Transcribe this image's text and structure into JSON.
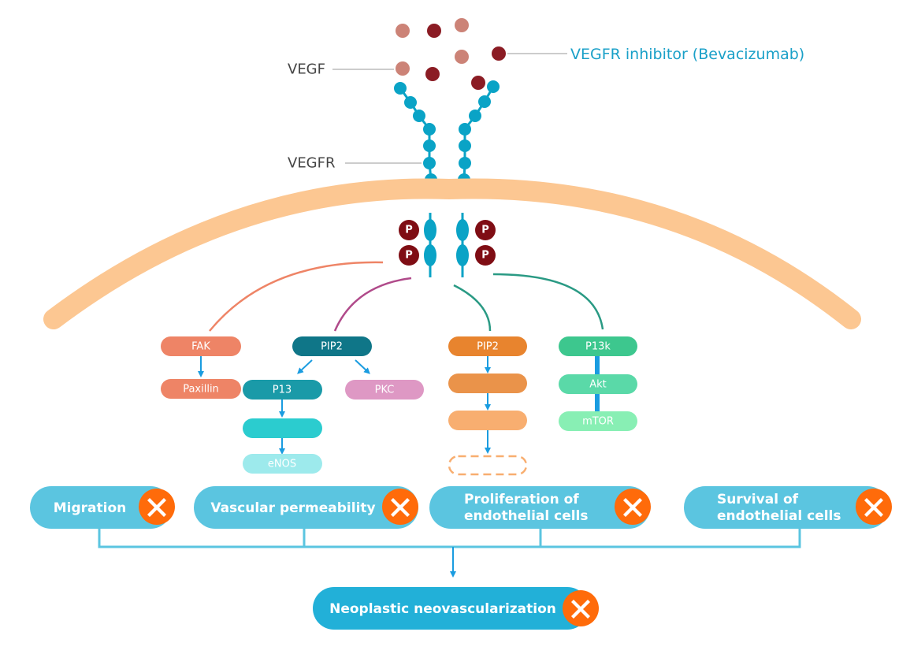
{
  "labels": {
    "vegf": "VEGF",
    "vegfr": "VEGFR",
    "inhibitor": "VEGFR inhibitor (Bevacizumab)",
    "phospho": "P"
  },
  "colors": {
    "vegf": "#cc8377",
    "inhibitor": "#8b1c24",
    "receptor": "#0aa3c6",
    "membrane": "#fcc792",
    "phospho": "#7f0d14",
    "outcome": "#5bc5e0",
    "final_outcome": "#22b0d8",
    "block": "#ff6b0a"
  },
  "pathways": {
    "fak": {
      "nodes": [
        "FAK",
        "Paxillin"
      ]
    },
    "pip2_a": {
      "root": "PIP2",
      "children": [
        "P13",
        "PKC"
      ],
      "p13_chain": [
        "",
        "eNOS"
      ]
    },
    "pip2_b": {
      "nodes": [
        "PIP2",
        "",
        "",
        ""
      ]
    },
    "pi3k": {
      "nodes": [
        "P13k",
        "Akt",
        "mTOR"
      ]
    }
  },
  "outcomes": [
    {
      "line1": "Migration",
      "line2": ""
    },
    {
      "line1": "Vascular permeability",
      "line2": ""
    },
    {
      "line1": "Proliferation of",
      "line2": "endothelial cells"
    },
    {
      "line1": "Survival of",
      "line2": "endothelial cells"
    }
  ],
  "final_outcome": "Neoplastic neovascularization",
  "block_icon": "x-icon"
}
